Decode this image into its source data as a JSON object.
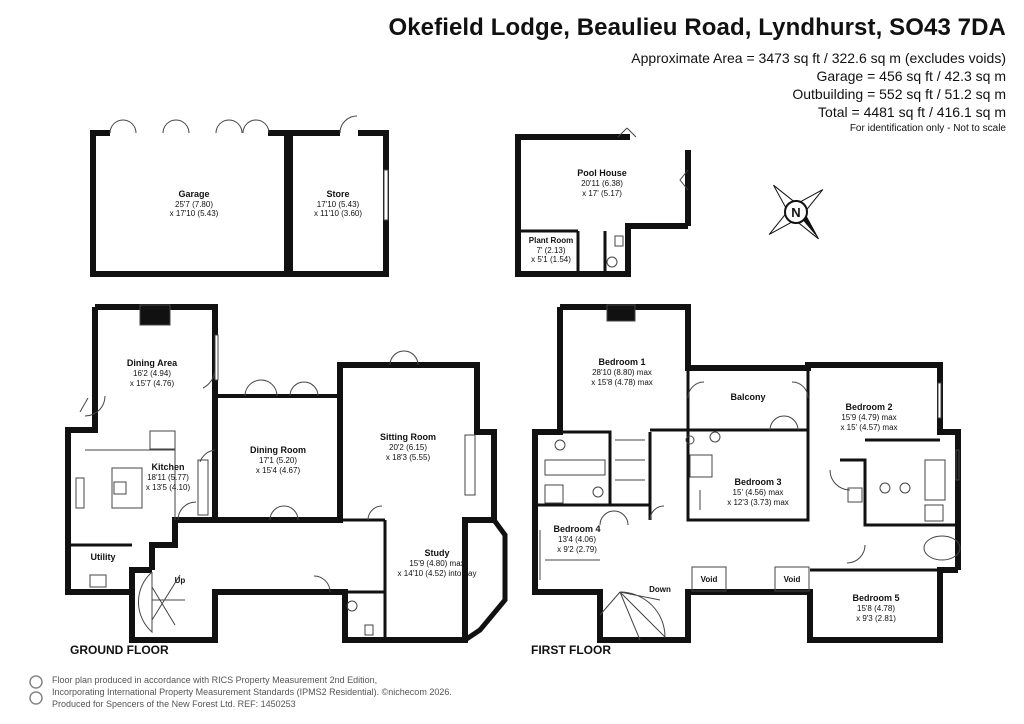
{
  "header": {
    "title": "Okefield Lodge, Beaulieu Road, Lyndhurst, SO43 7DA",
    "areas": [
      "Approximate Area = 3473 sq ft / 322.6 sq m (excludes voids)",
      "Garage = 456 sq ft / 42.3 sq m",
      "Outbuilding = 552 sq ft / 51.2 sq m",
      "Total = 4481 sq ft / 416.1 sq m"
    ],
    "note": "For identification only - Not to scale"
  },
  "floors": {
    "ground": "GROUND FLOOR",
    "first": "FIRST FLOOR"
  },
  "rooms": {
    "garage": {
      "name": "Garage",
      "dim1": "25'7 (7.80)",
      "dim2": "x 17'10 (5.43)"
    },
    "store": {
      "name": "Store",
      "dim1": "17'10 (5.43)",
      "dim2": "x 11'10 (3.60)"
    },
    "pool_house": {
      "name": "Pool House",
      "dim1": "20'11 (6.38)",
      "dim2": "x 17' (5.17)"
    },
    "plant_room": {
      "name": "Plant Room",
      "dim1": "7' (2.13)",
      "dim2": "x 5'1 (1.54)"
    },
    "dining_area": {
      "name": "Dining Area",
      "dim1": "16'2 (4.94)",
      "dim2": "x 15'7 (4.76)"
    },
    "kitchen": {
      "name": "Kitchen",
      "dim1": "18'11 (5.77)",
      "dim2": "x 13'5 (4.10)"
    },
    "utility": {
      "name": "Utility"
    },
    "dining_room": {
      "name": "Dining Room",
      "dim1": "17'1 (5.20)",
      "dim2": "x 15'4 (4.67)"
    },
    "sitting_room": {
      "name": "Sitting Room",
      "dim1": "20'2 (6.15)",
      "dim2": "x 18'3 (5.55)"
    },
    "study": {
      "name": "Study",
      "dim1": "15'9 (4.80) max",
      "dim2": "x 14'10 (4.52) into bay"
    },
    "bedroom1": {
      "name": "Bedroom 1",
      "dim1": "28'10 (8.80) max",
      "dim2": "x 15'8 (4.78) max"
    },
    "balcony": {
      "name": "Balcony"
    },
    "bedroom2": {
      "name": "Bedroom 2",
      "dim1": "15'9 (4.79) max",
      "dim2": "x 15' (4.57) max"
    },
    "bedroom3": {
      "name": "Bedroom 3",
      "dim1": "15' (4.56) max",
      "dim2": "x 12'3 (3.73) max"
    },
    "bedroom4": {
      "name": "Bedroom 4",
      "dim1": "13'4 (4.06)",
      "dim2": "x 9'2 (2.79)"
    },
    "bedroom5": {
      "name": "Bedroom 5",
      "dim1": "15'8 (4.78)",
      "dim2": "x 9'3 (2.81)"
    }
  },
  "labels": {
    "up": "Up",
    "down": "Down",
    "void1": "Void",
    "void2": "Void"
  },
  "compass": "N",
  "footer": {
    "line1": "Floor plan produced in accordance with RICS Property Measurement 2nd Edition,",
    "line2": "Incorporating International Property Measurement Standards (IPMS2 Residential). ©nichecom 2026.",
    "line3": "Produced for Spencers of the New Forest Ltd.   REF:  1450253"
  }
}
